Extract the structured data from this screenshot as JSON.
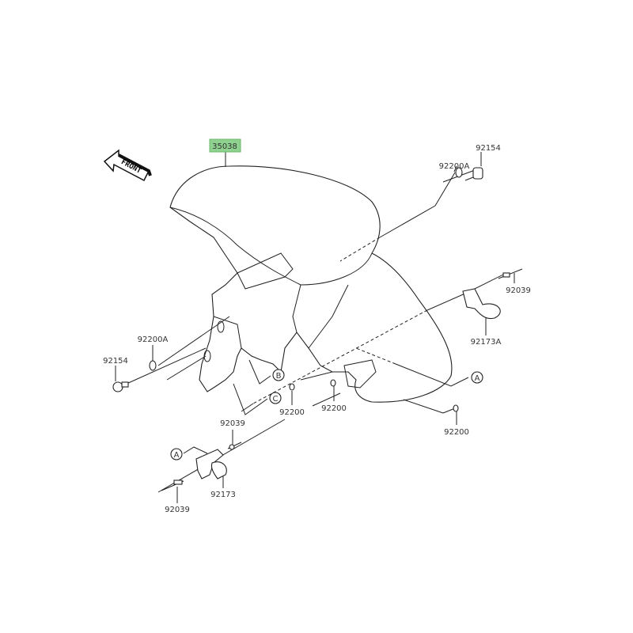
{
  "diagram": {
    "front_arrow": "FRONT",
    "highlight_color": "#8fd18f",
    "parts": {
      "fender": "35038",
      "bolt_top_right": "92154",
      "washer_top_right": "92200A",
      "rivet_right": "92039",
      "clamp_right": "92173A",
      "ref_a_right": "A",
      "washer_right_lower": "92200",
      "washer_left": "92200A",
      "bolt_left": "92154",
      "ref_b": "B",
      "ref_c": "C",
      "washer_mid_1": "92200",
      "washer_mid_2": "92200",
      "rivet_mid": "92039",
      "ref_a_left": "A",
      "clamp_left": "92173",
      "rivet_bottom": "92039"
    }
  }
}
